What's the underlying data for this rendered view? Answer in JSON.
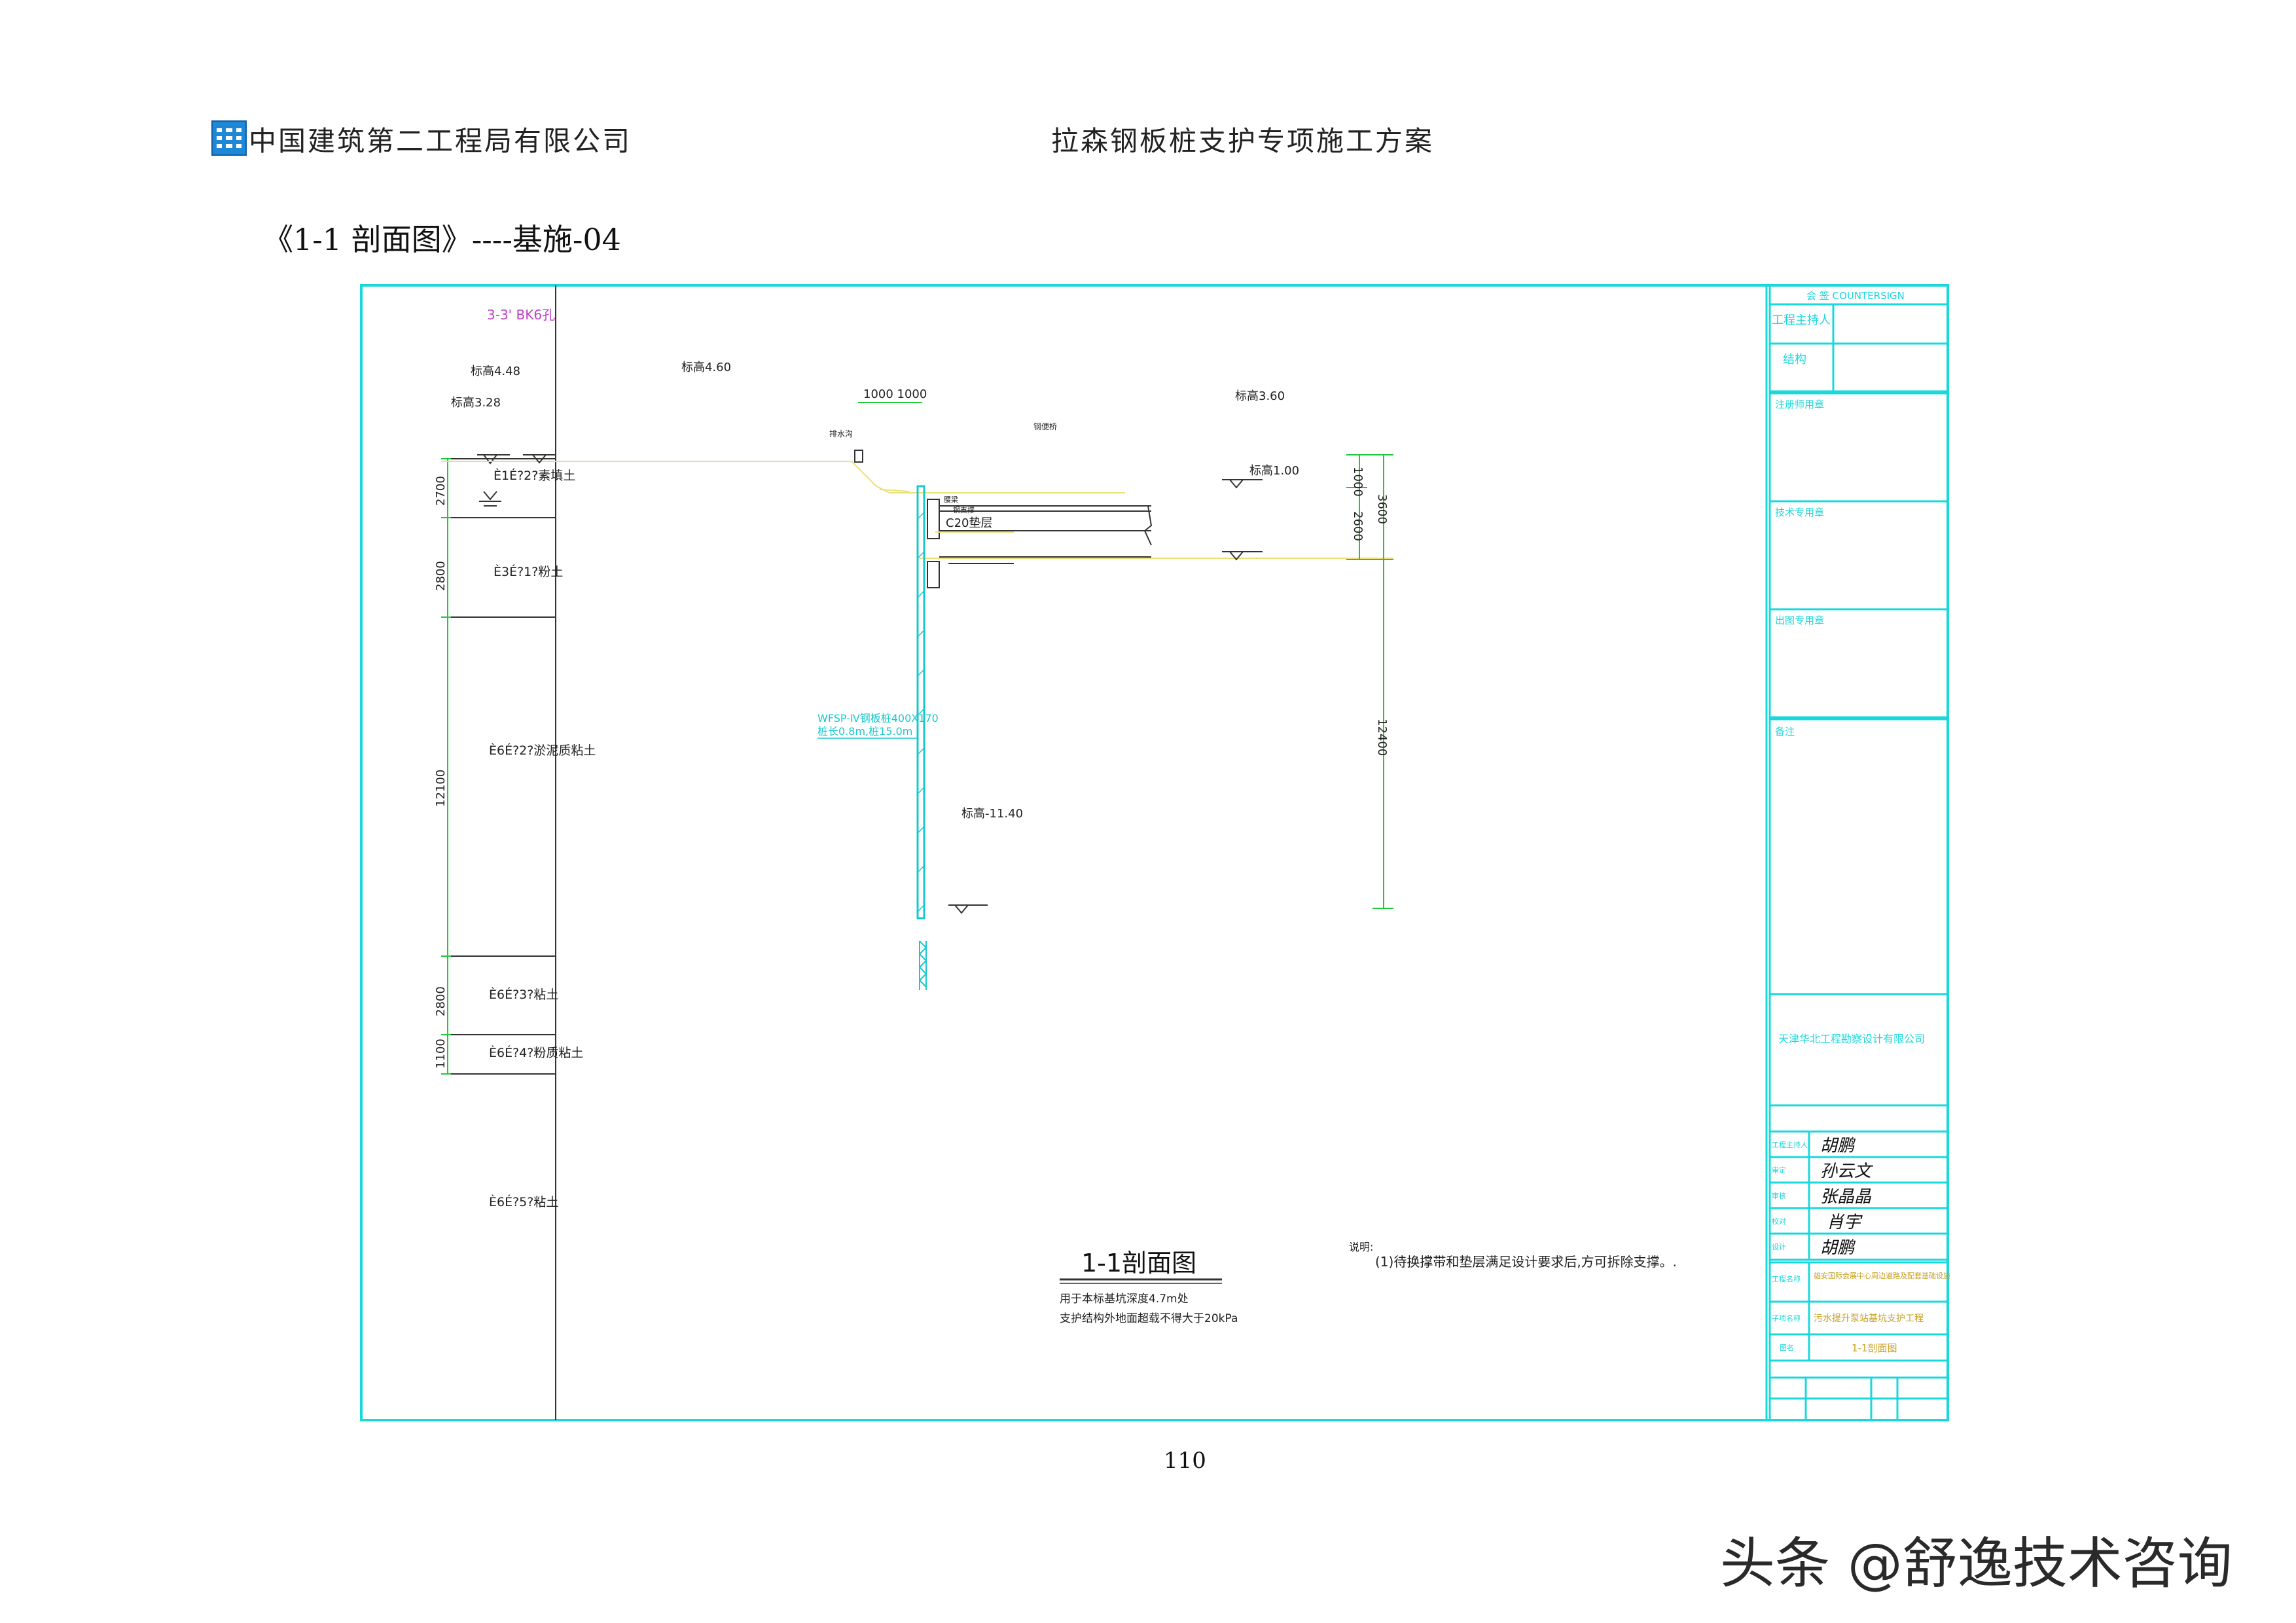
{
  "header": {
    "company": "中国建筑第二工程局有限公司",
    "doc_title": "拉森钢板桩支护专项施工方案"
  },
  "figure_caption": "《1-1 剖面图》----基施-04",
  "page_number": "110",
  "watermark": "头条 @舒逸技术咨询",
  "colors": {
    "frame": "#1ad7dc",
    "dim": "#1fc93a",
    "soil": "#e9e07a",
    "label": "#c040c8",
    "pile": "#18c8cf"
  },
  "drawing": {
    "left_strip": {
      "title": "3-3' BK6孔",
      "elev_top": "标高4.48",
      "elev_2": "标高3.28",
      "layers": [
        {
          "name": "È1É?2?素填土",
          "thickness": "2700"
        },
        {
          "name": "È3É?1?粉土",
          "thickness": "2800"
        },
        {
          "name": "È6É?2?淤泥质粘土",
          "thickness": "12100"
        },
        {
          "name": "È6É?3?粘土",
          "thickness": "2800"
        },
        {
          "name": "È6É?4?粉质粘土",
          "thickness": "1100"
        },
        {
          "name": "È6É?5?粘土",
          "thickness": ""
        }
      ]
    },
    "section": {
      "elev_left": "标高4.60",
      "elev_right": "标高3.60",
      "elev_water": "标高1.00",
      "elev_toe": "标高-11.40",
      "dims_top": "1000 1000",
      "drain_label": "排水沟",
      "steel_label": "钢便桥",
      "beam_label": "腰梁",
      "c20": "C20垫层",
      "support_label": "钢支撑",
      "pile_label_1": "WFSP-Ⅳ钢板桩400X170",
      "pile_label_2": "桩长0.8m,桩15.0m",
      "dim_1000": "1000",
      "dim_2600": "2600",
      "dim_3600": "3600",
      "dim_12400": "12400"
    },
    "title_block": "1-1剖面图",
    "note_1": "用于本标基坑深度4.7m处",
    "note_2": "支护结构外地面超载不得大于20kPa",
    "remark_head": "说明:",
    "remark_1": "(1)待换撑带和垫层满足设计要求后,方可拆除支撑。.",
    "right_panel": {
      "countersign": "会 签 COUNTERSIGN",
      "rows": [
        "工程主持人",
        "结构"
      ],
      "stamp_1": "注册师用章",
      "stamp_2": "技术专用章",
      "stamp_3": "出图专用章",
      "remark": "备注",
      "company": "天津华北工程勘察设计有限公司",
      "sign_roles": [
        "工程主持人",
        "审定",
        "审核",
        "校对",
        "设计"
      ],
      "signatures": [
        "胡鹏",
        "孙云文",
        "张晶晶",
        "肖宇",
        "胡鹏"
      ],
      "proj_name_label": "工程名称",
      "proj_name": "雄安国际会展中心周边道路及配套基础设施工程",
      "sub_name_label": "子项名称",
      "sub_name": "污水提升泵站基坑支护工程",
      "drawing_name_label": "图名",
      "drawing_name": "1-1剖面图"
    }
  }
}
